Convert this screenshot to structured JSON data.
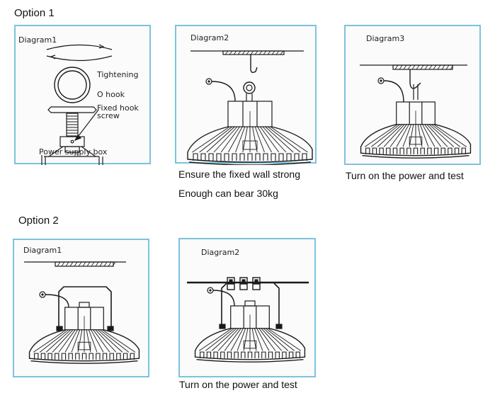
{
  "options": [
    {
      "title": "Option 1",
      "diagrams": [
        {
          "label": "Diagram1",
          "annotations": {
            "tightening": "Tightening",
            "o_hook": "O hook",
            "fixed_hook_screw_1": "Fixed hook",
            "fixed_hook_screw_2": "screw",
            "power_supply_box": "Power supply box"
          },
          "captions": []
        },
        {
          "label": "Diagram2",
          "captions": [
            "Ensure the fixed wall strong",
            "Enough can bear 30kg"
          ]
        },
        {
          "label": "Diagram3",
          "captions": [
            "Turn on the power and test"
          ]
        }
      ]
    },
    {
      "title": "Option 2",
      "diagrams": [
        {
          "label": "Diagram1",
          "captions": []
        },
        {
          "label": "Diagram2",
          "captions": [
            "Turn on the power and test"
          ]
        }
      ]
    }
  ],
  "colors": {
    "frame_border": "#7cc3dc",
    "line_art": "#1a1a1a"
  }
}
